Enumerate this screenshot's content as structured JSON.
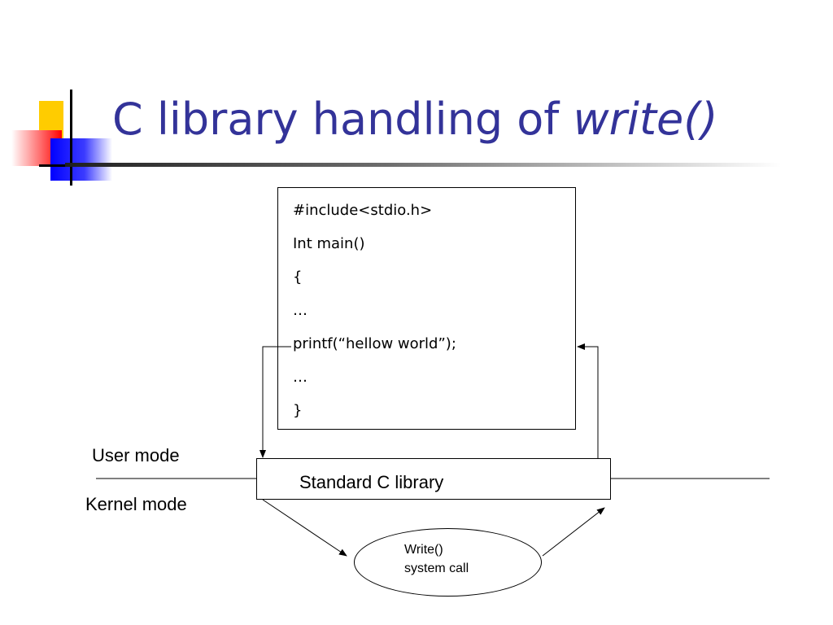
{
  "title": {
    "text": "C library handling of ",
    "emphasis": "write()",
    "color": "#333399"
  },
  "code": {
    "lines": [
      "#include<stdio.h>",
      "Int main()",
      "{",
      "…",
      "printf(“hellow world”);",
      "…",
      "}"
    ]
  },
  "labels": {
    "user_mode": "User mode",
    "kernel_mode": "Kernel mode"
  },
  "library": {
    "label": "Standard C library"
  },
  "syscall": {
    "line1": "Write()",
    "line2": "system call"
  },
  "decoration_colors": {
    "yellow": "#FFCC00",
    "red": "#FF0000",
    "blue": "#0000FF"
  }
}
